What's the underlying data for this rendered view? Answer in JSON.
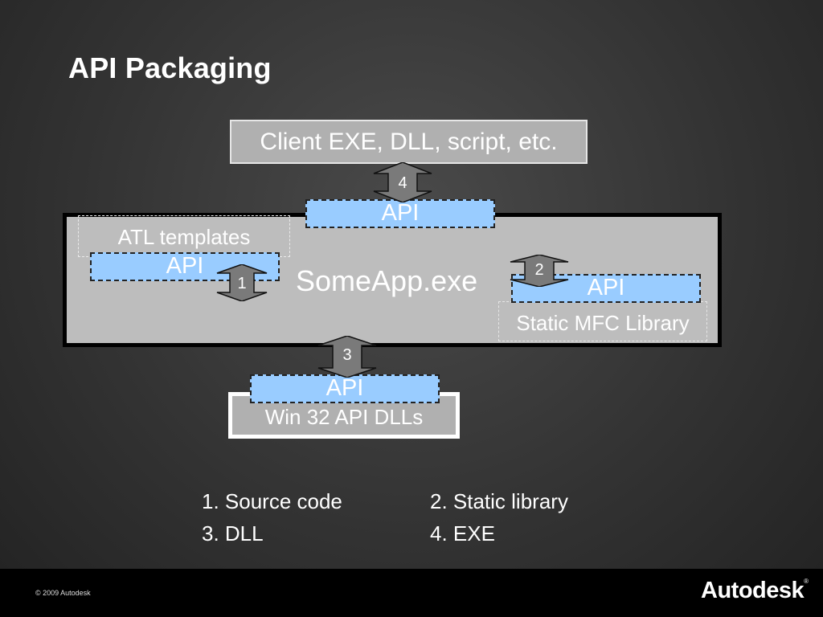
{
  "slide": {
    "title": "API Packaging"
  },
  "diagram": {
    "client_label": "Client EXE, DLL, script, etc.",
    "app_label": "SomeApp.exe",
    "atl_label": "ATL templates",
    "mfc_label": "Static MFC Library",
    "win32_label": "Win 32 API DLLs",
    "api_label": "API",
    "arrows": [
      "1",
      "2",
      "3",
      "4"
    ]
  },
  "legend": {
    "item1": "1. Source code",
    "item2": "2. Static library",
    "item3": "3. DLL",
    "item4": "4. EXE"
  },
  "footer": {
    "copyright": "© 2009 Autodesk",
    "brand": "Autodesk"
  },
  "colors": {
    "api_fill": "#99ccff",
    "box_fill": "#bdbdbd",
    "arrow_fill": "#7a7a7a"
  }
}
